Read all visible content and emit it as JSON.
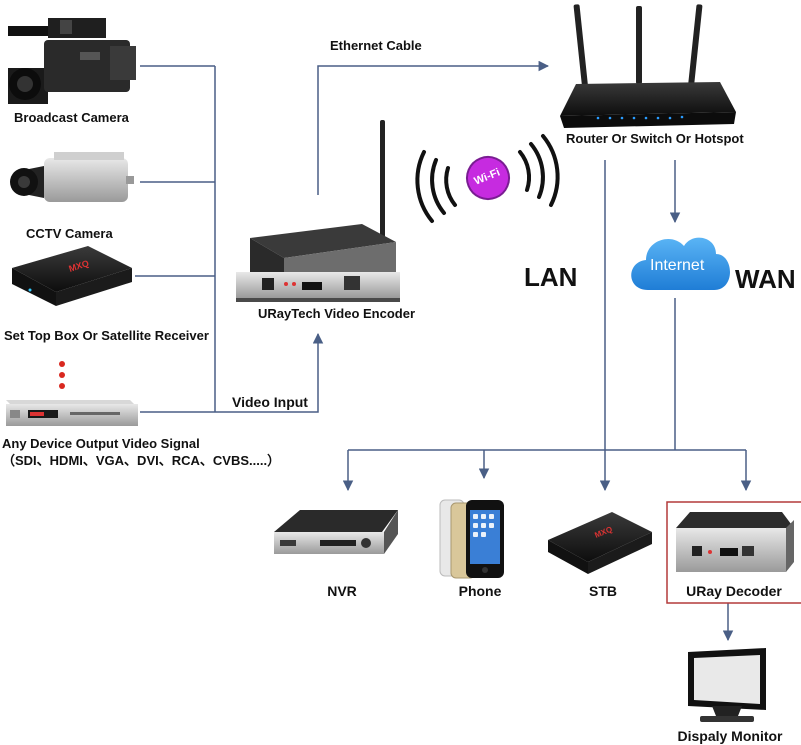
{
  "labels": {
    "broadcast_camera": "Broadcast Camera",
    "cctv_camera": "CCTV Camera",
    "set_top_box": "Set Top Box Or Satellite Receiver",
    "any_device_line1": "Any Device Output Video Signal",
    "any_device_line2": "（SDI、HDMI、VGA、DVI、RCA、CVBS.....）",
    "ethernet_cable": "Ethernet Cable",
    "video_input": "Video Input",
    "encoder": "URayTech Video Encoder",
    "router": "Router Or Switch Or Hotspot",
    "lan": "LAN",
    "wan": "WAN",
    "internet": "Internet",
    "wifi": "Wi-Fi",
    "nvr": "NVR",
    "phone": "Phone",
    "stb": "STB",
    "decoder": "URay Decoder",
    "monitor": "Dispaly Monitor"
  },
  "colors": {
    "line": "#4a5f86",
    "cloud": "#2f90e0",
    "highlight_box": "#b33a3a",
    "dots": "#d9281f"
  }
}
